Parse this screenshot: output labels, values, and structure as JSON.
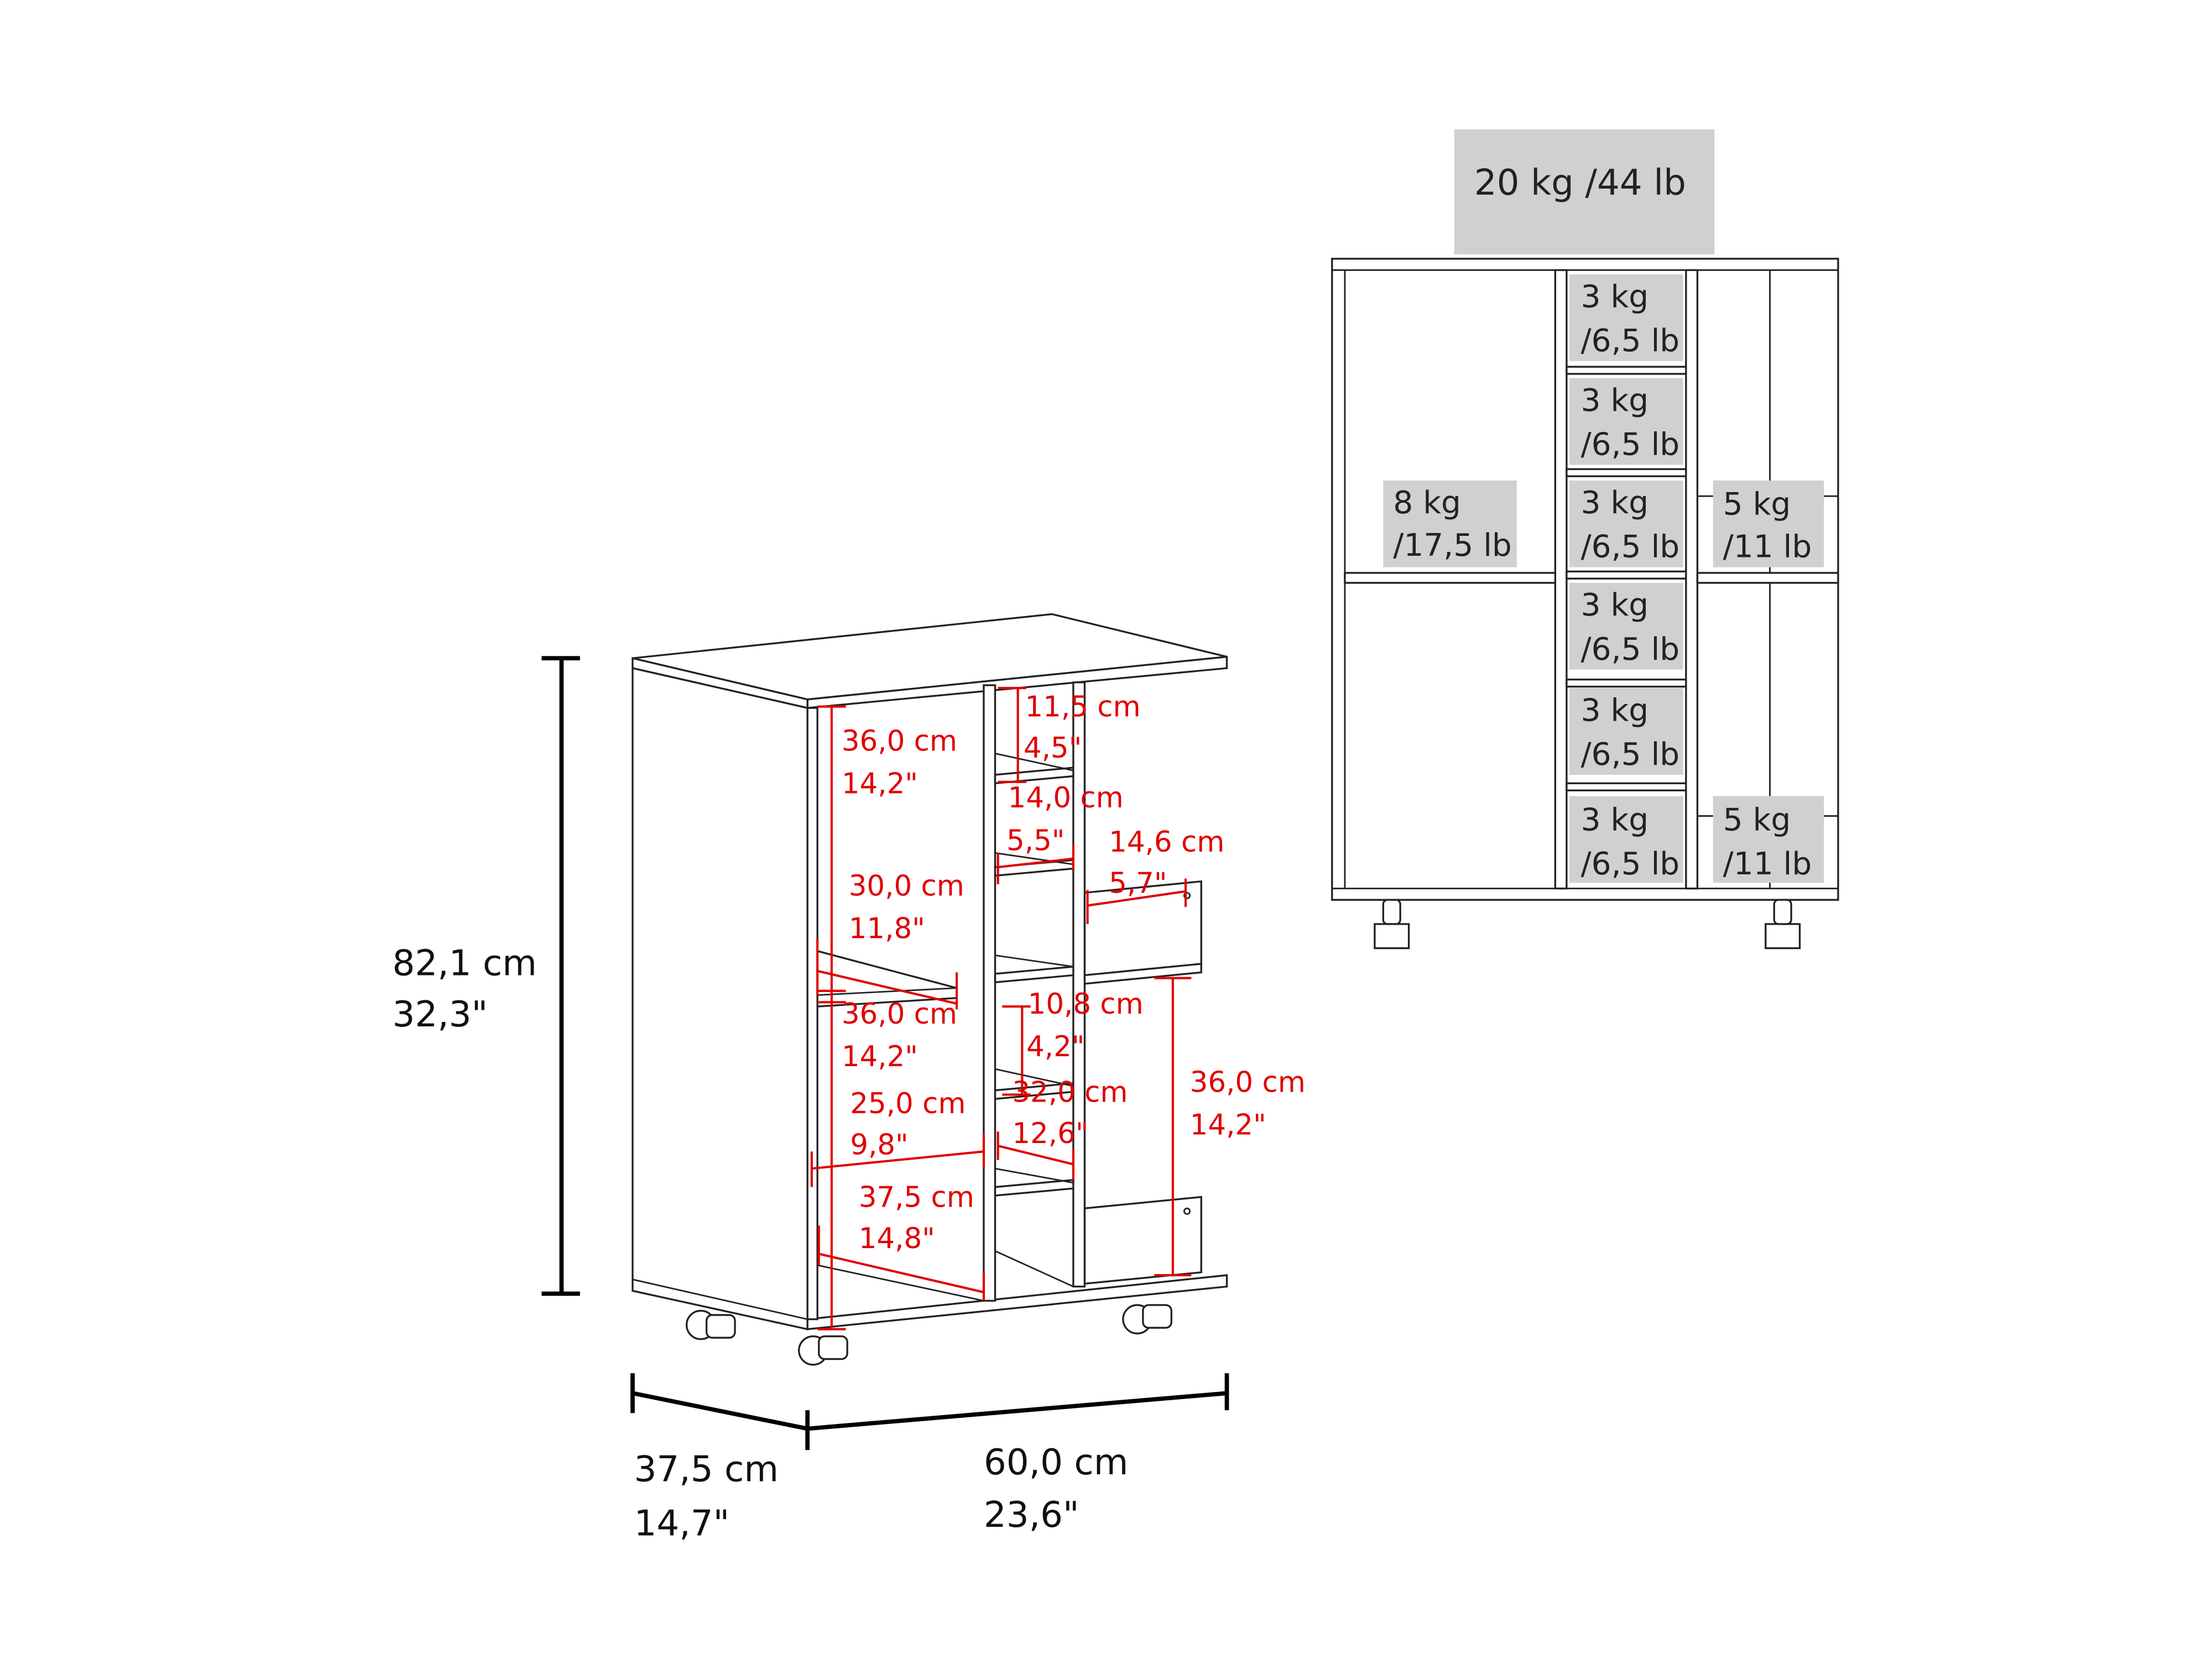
{
  "overall_dimensions": {
    "height": {
      "cm": "82,1 cm",
      "in": "32,3\""
    },
    "depth": {
      "cm": "37,5 cm",
      "in": "14,7\""
    },
    "width": {
      "cm": "60,0 cm",
      "in": "23,6\""
    }
  },
  "inner_dimensions": [
    {
      "cm": "36,0 cm",
      "in": "14,2\""
    },
    {
      "cm": "11,5 cm",
      "in": "4,5\""
    },
    {
      "cm": "14,0 cm",
      "in": "5,5\""
    },
    {
      "cm": "14,6 cm",
      "in": "5,7\""
    },
    {
      "cm": "30,0 cm",
      "in": "11,8\""
    },
    {
      "cm": "36,0 cm",
      "in": "14,2\""
    },
    {
      "cm": "10,8 cm",
      "in": "4,2\""
    },
    {
      "cm": "25,0 cm",
      "in": "9,8\""
    },
    {
      "cm": "32,0 cm",
      "in": "12,6\""
    },
    {
      "cm": "36,0 cm",
      "in": "14,2\""
    },
    {
      "cm": "37,5 cm",
      "in": "14,8\""
    }
  ],
  "load_capacity": {
    "top": "20 kg /44 lb",
    "left_shelf": {
      "kg": "8 kg",
      "lb": "/17,5 lb"
    },
    "middle_cubbies": [
      {
        "kg": "3 kg",
        "lb": "/6,5 lb"
      },
      {
        "kg": "3 kg",
        "lb": "/6,5 lb"
      },
      {
        "kg": "3 kg",
        "lb": "/6,5 lb"
      },
      {
        "kg": "3 kg",
        "lb": "/6,5 lb"
      },
      {
        "kg": "3 kg",
        "lb": "/6,5 lb"
      },
      {
        "kg": "3 kg",
        "lb": "/6,5 lb"
      }
    ],
    "right_upper": {
      "kg": "5 kg",
      "lb": "/11 lb"
    },
    "right_lower": {
      "kg": "5 kg",
      "lb": "/11 lb"
    }
  },
  "colors": {
    "dimension_red": "#e00000",
    "label_grey": "#d0d0d0",
    "line": "#222222"
  }
}
